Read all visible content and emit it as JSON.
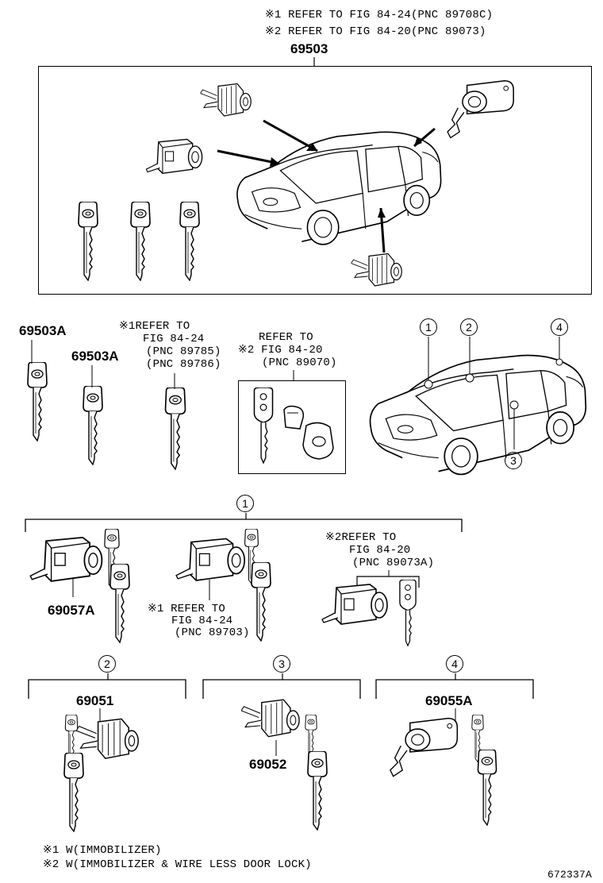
{
  "header": {
    "ref1": "※1 REFER TO FIG 84-24(PNC 89708C)",
    "ref2": "※2 REFER TO FIG 84-20(PNC 89073)",
    "main_part": "69503"
  },
  "keys_section": {
    "part_a1": "69503A",
    "part_a2": "69503A",
    "ref1_line1": "※1REFER TO",
    "ref1_line2": "FIG 84-24",
    "ref1_line3": "(PNC 89785)",
    "ref1_line4": "(PNC 89786)",
    "ref2_line1": "REFER TO",
    "ref2_line2": "※2 FIG 84-20",
    "ref2_line3": "(PNC 89070)"
  },
  "car_callouts": [
    "1",
    "2",
    "3",
    "4"
  ],
  "group1": {
    "callout": "1",
    "part_left": "69057A",
    "ref1_line1": "※1 REFER TO",
    "ref1_line2": "FIG 84-24",
    "ref1_line3": "(PNC 89703)",
    "ref2_line1": "※2REFER TO",
    "ref2_line2": "FIG  84-20",
    "ref2_line3": "(PNC 89073A)"
  },
  "group2": {
    "callout": "2",
    "part": "69051"
  },
  "group3": {
    "callout": "3",
    "part": "69052"
  },
  "group4": {
    "callout": "4",
    "part": "69055A"
  },
  "footnotes": {
    "note1": "※1 W(IMMOBILIZER)",
    "note2": "※2 W(IMMOBILIZER & WIRE LESS DOOR LOCK)"
  },
  "figure_id": "672337A"
}
